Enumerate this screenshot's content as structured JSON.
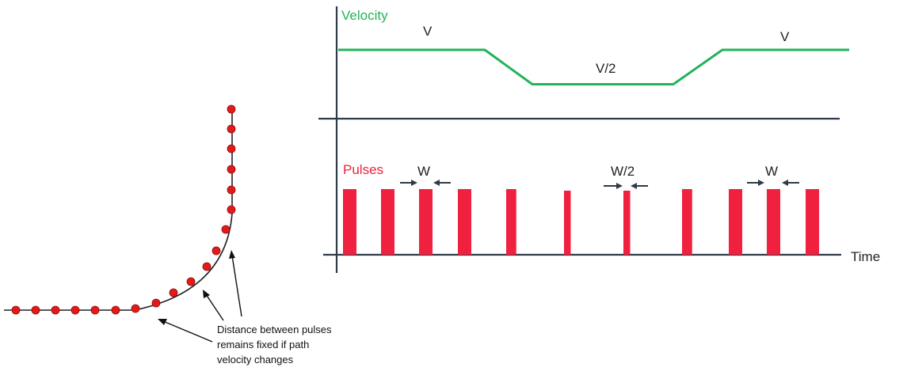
{
  "labels": {
    "velocity_title": "Velocity",
    "pulses_title": "Pulses",
    "time_label": "Time",
    "v_left": "V",
    "v_half": "V/2",
    "v_right": "V",
    "w_left": "W",
    "w_half": "W/2",
    "w_right": "W"
  },
  "note": {
    "line1": "Distance between pulses",
    "line2": "remains fixed if path",
    "line3": "velocity changes"
  },
  "colors": {
    "velocity": "#22b35a",
    "pulse": "#f0213f",
    "axis": "#2f3a4a",
    "path_dot": "#e41a1a"
  },
  "velocity_profile": {
    "segments": [
      {
        "label": "V",
        "level": 1.0
      },
      {
        "label": "V/2",
        "level": 0.5
      },
      {
        "label": "V",
        "level": 1.0
      }
    ]
  },
  "pulses": [
    {
      "width_level": 1.0
    },
    {
      "width_level": 1.0
    },
    {
      "width_level": 1.0
    },
    {
      "width_level": 1.0
    },
    {
      "width_level": 0.75
    },
    {
      "width_level": 0.5
    },
    {
      "width_level": 0.5
    },
    {
      "width_level": 0.75
    },
    {
      "width_level": 1.0
    },
    {
      "width_level": 1.0
    },
    {
      "width_level": 1.0
    }
  ]
}
